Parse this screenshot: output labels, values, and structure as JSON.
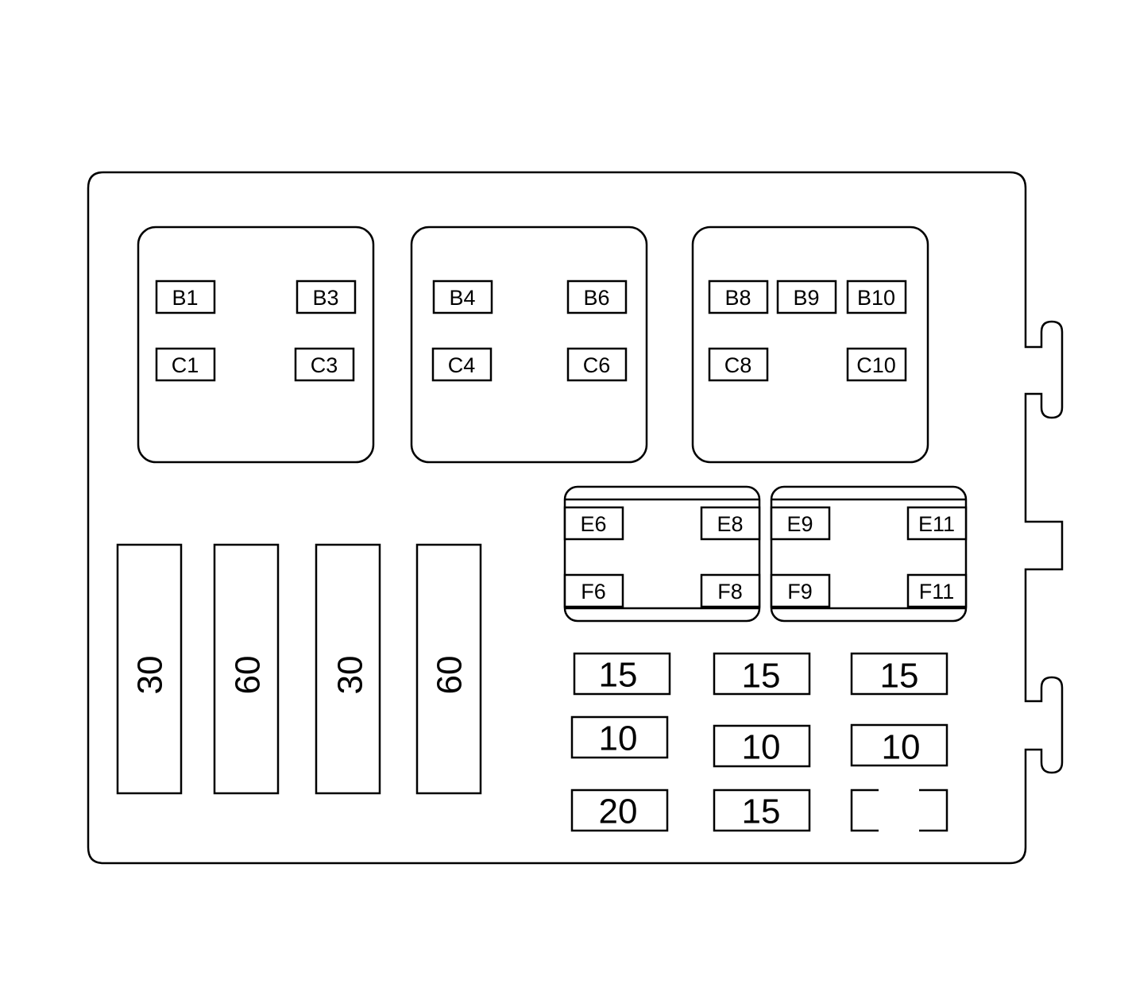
{
  "relay_blocks": [
    {
      "cells": [
        {
          "id": "b1",
          "label": "B1"
        },
        {
          "id": "b3",
          "label": "B3"
        },
        {
          "id": "c1",
          "label": "C1"
        },
        {
          "id": "c3",
          "label": "C3"
        }
      ]
    },
    {
      "cells": [
        {
          "id": "b4",
          "label": "B4"
        },
        {
          "id": "b6",
          "label": "B6"
        },
        {
          "id": "c4",
          "label": "C4"
        },
        {
          "id": "c6",
          "label": "C6"
        }
      ]
    },
    {
      "cells": [
        {
          "id": "b8",
          "label": "B8"
        },
        {
          "id": "b9",
          "label": "B9"
        },
        {
          "id": "b10",
          "label": "B10"
        },
        {
          "id": "c8",
          "label": "C8"
        },
        {
          "id": "c10",
          "label": "C10"
        }
      ]
    }
  ],
  "small_blocks": [
    {
      "cells": [
        {
          "id": "e6",
          "label": "E6"
        },
        {
          "id": "e8",
          "label": "E8"
        },
        {
          "id": "f6",
          "label": "F6"
        },
        {
          "id": "f8",
          "label": "F8"
        }
      ]
    },
    {
      "cells": [
        {
          "id": "e9",
          "label": "E9"
        },
        {
          "id": "e11",
          "label": "E11"
        },
        {
          "id": "f9",
          "label": "F9"
        },
        {
          "id": "f11",
          "label": "F11"
        }
      ]
    }
  ],
  "maxi_fuses": [
    "30",
    "60",
    "30",
    "60"
  ],
  "mini_fuses": [
    [
      "15",
      "15",
      "15"
    ],
    [
      "10",
      "10",
      "10"
    ],
    [
      "20",
      "15",
      ""
    ]
  ]
}
